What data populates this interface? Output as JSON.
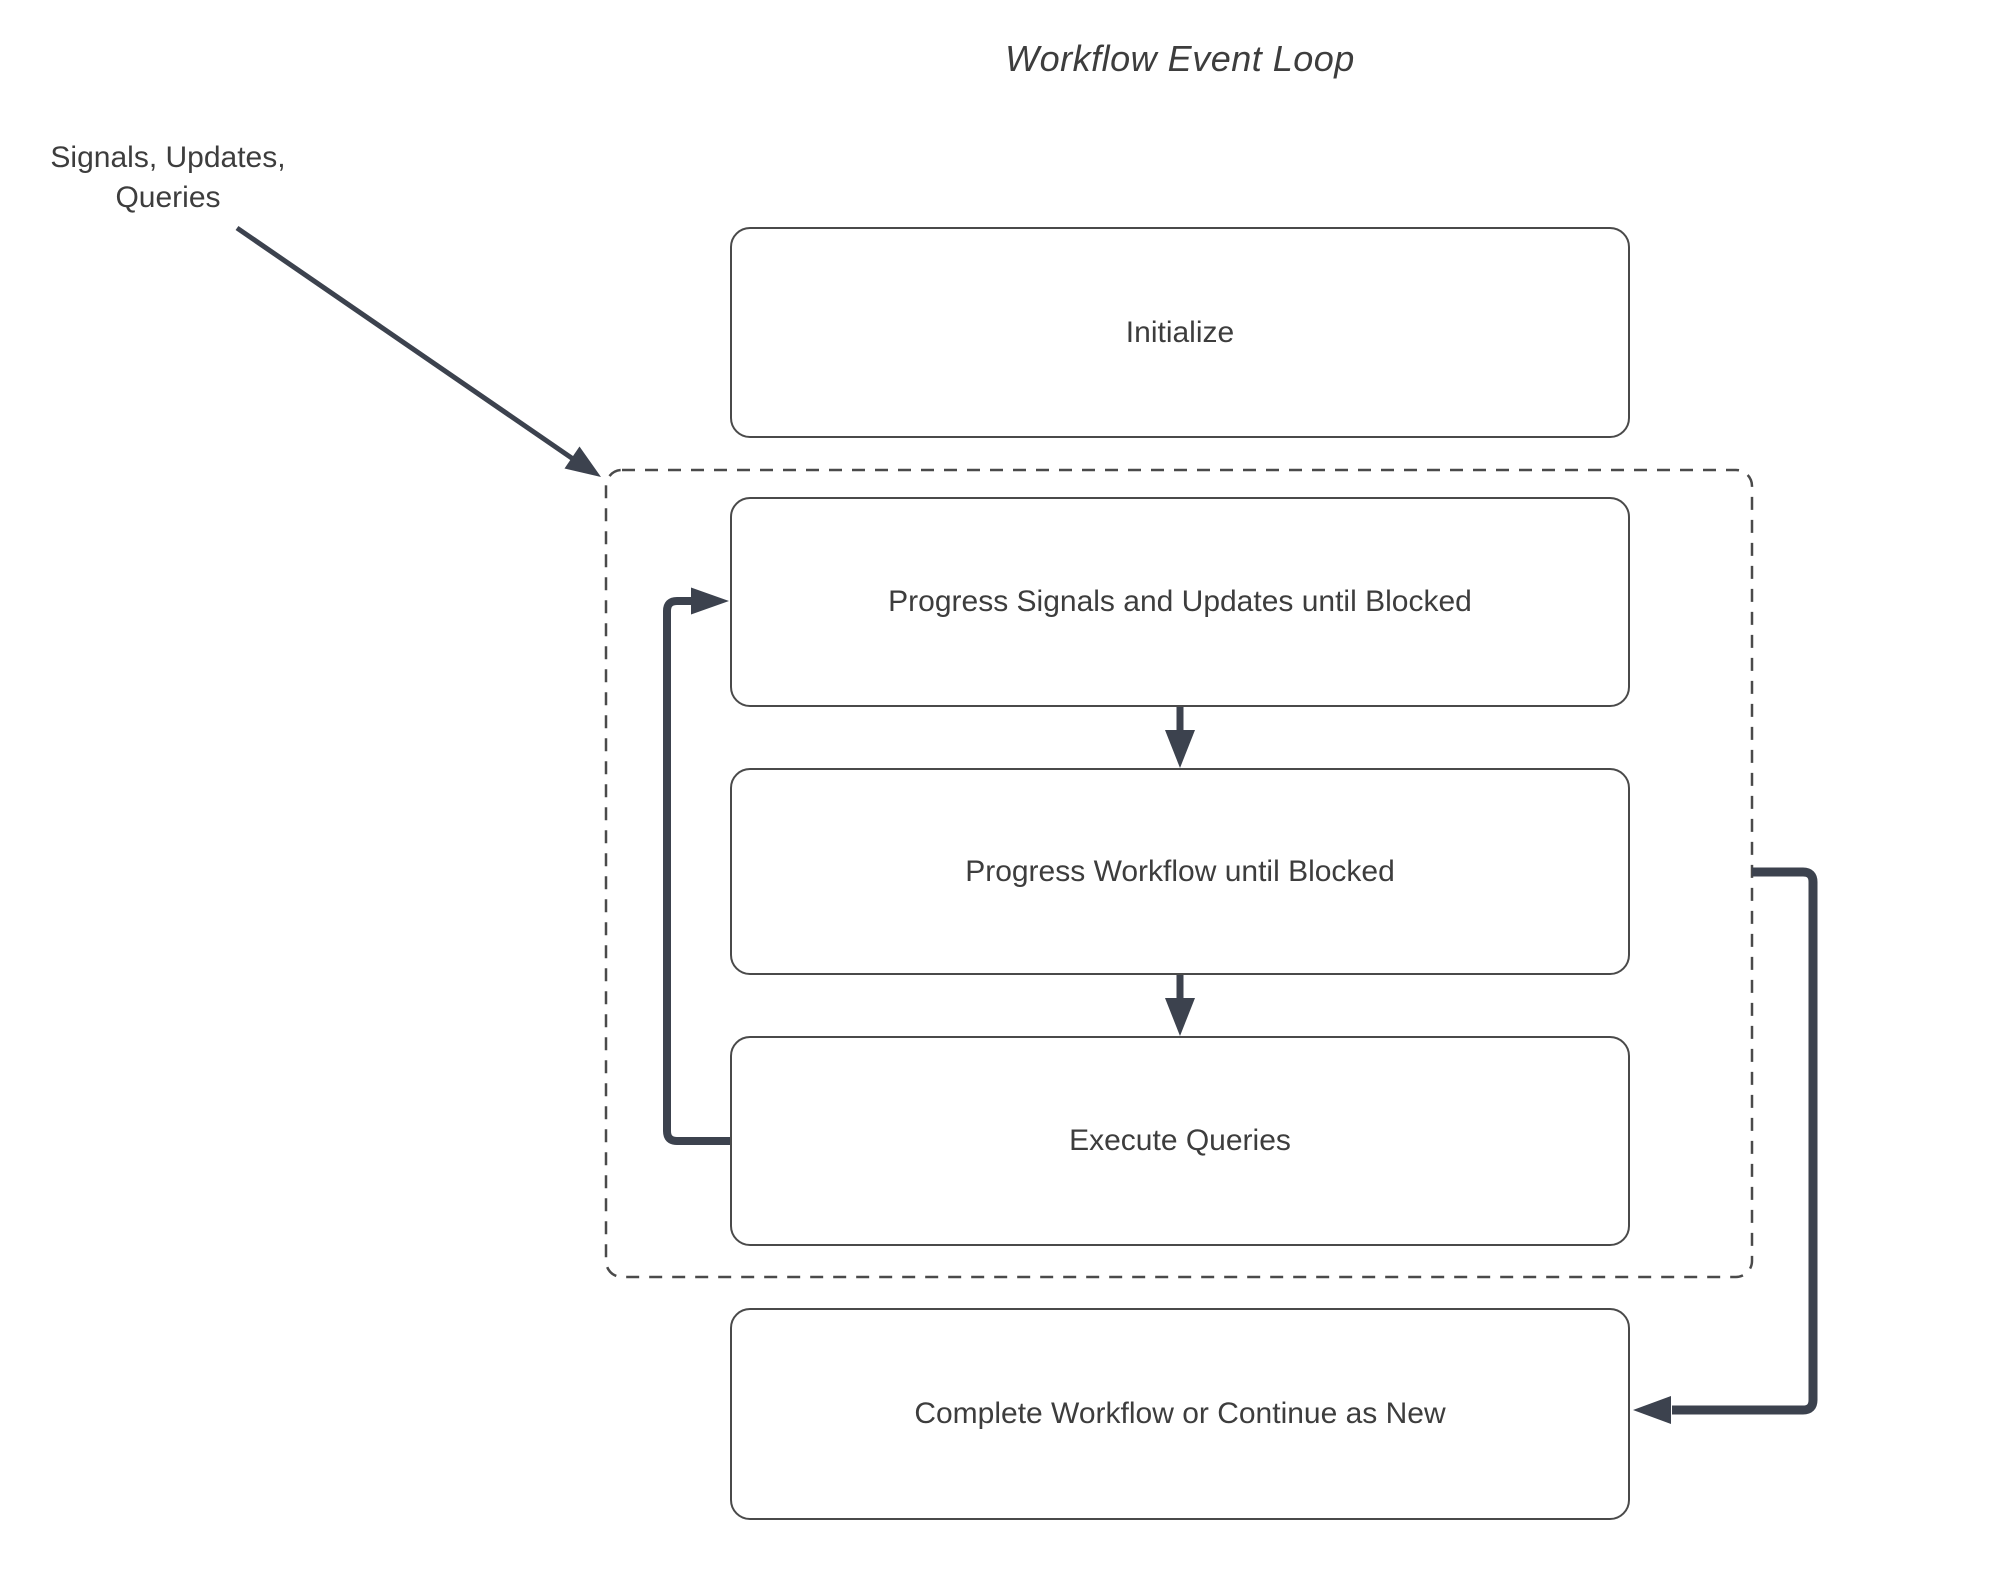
{
  "title": "Workflow Event Loop",
  "annotation": {
    "lines": [
      "Signals, Updates,",
      "Queries"
    ]
  },
  "nodes": [
    {
      "id": "initialize",
      "label": "Initialize"
    },
    {
      "id": "progress-signals",
      "label": "Progress Signals and Updates until Blocked"
    },
    {
      "id": "progress-workflow",
      "label": "Progress Workflow until Blocked"
    },
    {
      "id": "execute-queries",
      "label": "Execute Queries"
    },
    {
      "id": "complete",
      "label": "Complete Workflow or Continue as New"
    }
  ],
  "container": {
    "id": "event-loop",
    "style": "dashed",
    "contains": [
      "progress-signals",
      "progress-workflow",
      "execute-queries"
    ]
  },
  "edges": [
    {
      "from": "signals-updates-queries-annotation",
      "to": "event-loop",
      "style": "thin-diagonal-arrow"
    },
    {
      "from": "progress-signals",
      "to": "progress-workflow",
      "style": "down-arrow"
    },
    {
      "from": "progress-workflow",
      "to": "execute-queries",
      "style": "down-arrow"
    },
    {
      "from": "execute-queries",
      "to": "progress-signals",
      "style": "thick-loop-back-arrow"
    },
    {
      "from": "event-loop",
      "to": "complete",
      "style": "thick-elbow-arrow"
    }
  ],
  "colors": {
    "accent_arrow": "#3c424e",
    "box_border": "#4a4a4a",
    "dashed_border": "#4a4a4a",
    "text": "#3d3d3d",
    "background": "#ffffff"
  }
}
